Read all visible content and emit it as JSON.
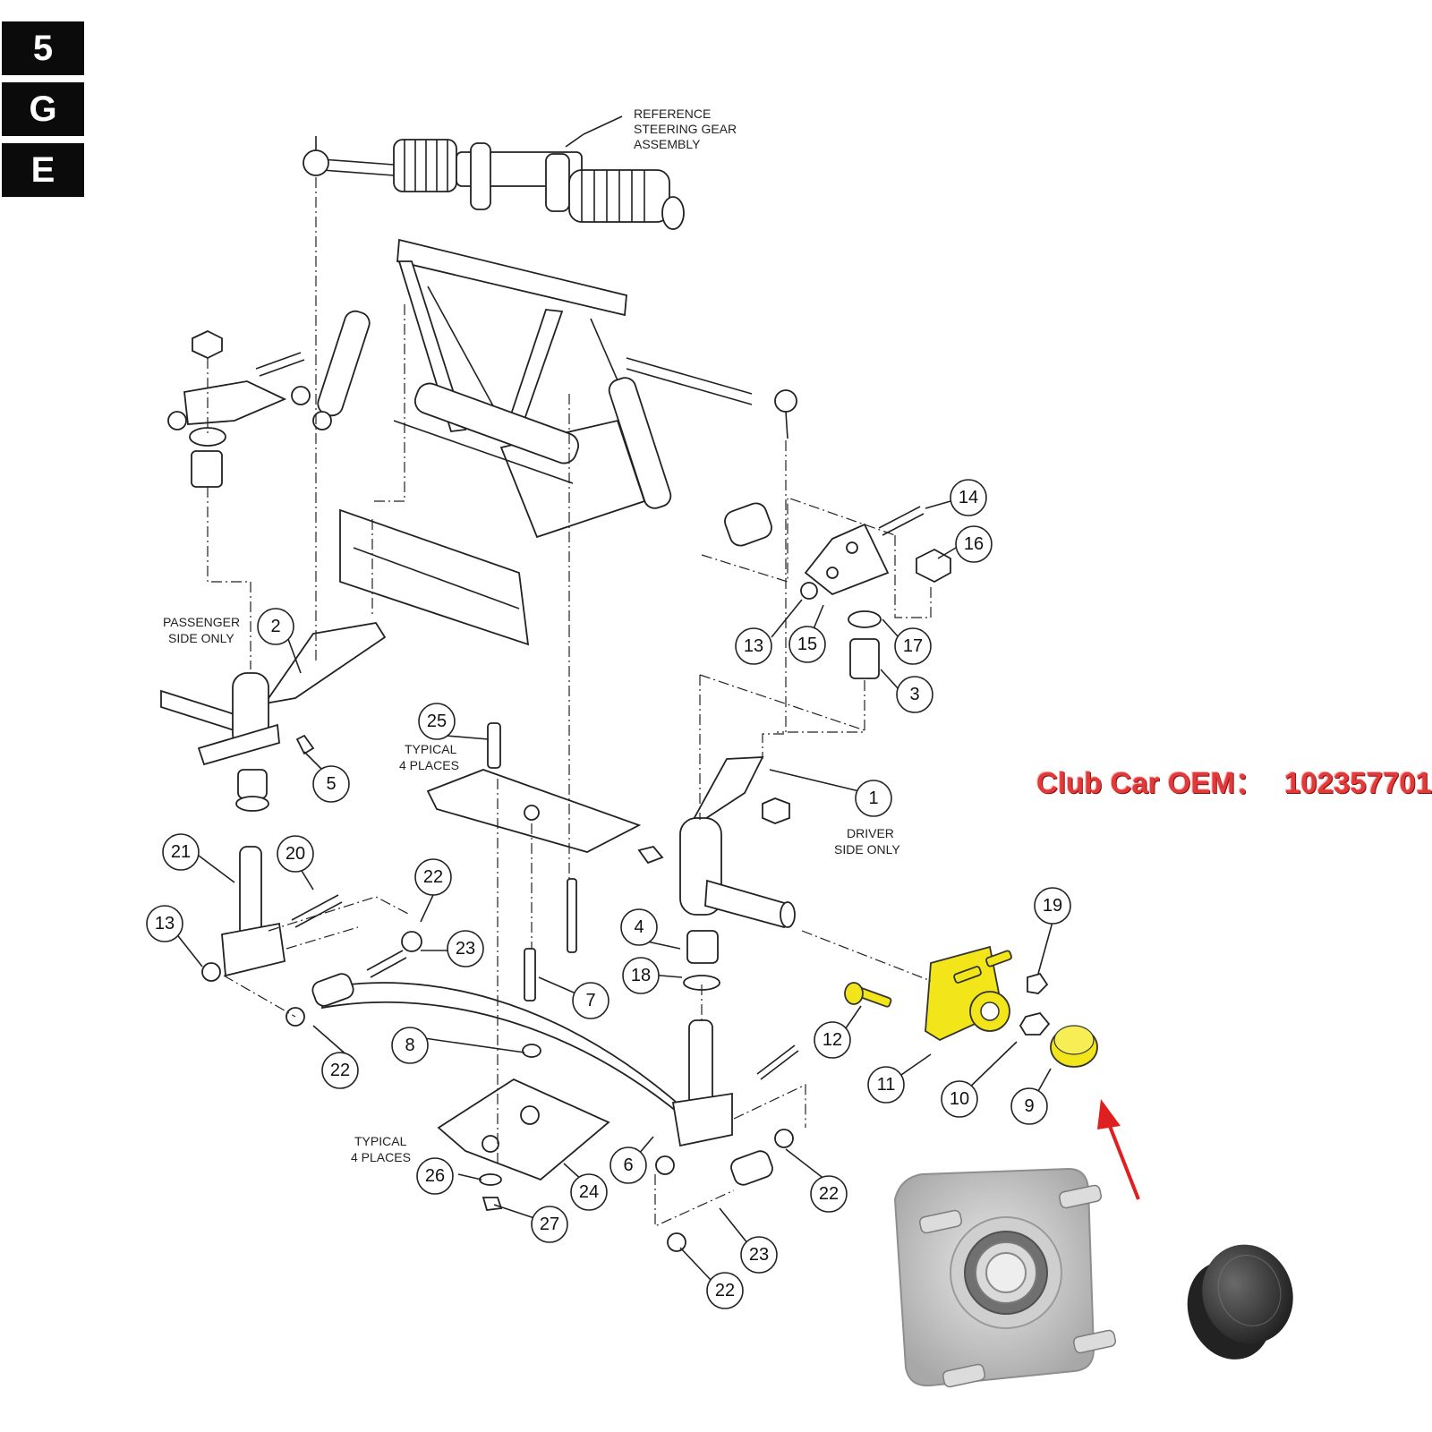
{
  "side_tabs": [
    "5",
    "G",
    "E"
  ],
  "oem": {
    "label": "Club Car OEM：",
    "number": "102357701"
  },
  "notes": {
    "steering_gear": [
      "REFERENCE",
      "STEERING GEAR",
      "ASSEMBLY"
    ],
    "passenger": [
      "PASSENGER",
      "SIDE ONLY"
    ],
    "driver": [
      "DRIVER",
      "SIDE ONLY"
    ],
    "typical_top": [
      "TYPICAL",
      "4 PLACES"
    ],
    "typical_bottom": [
      "TYPICAL",
      "4 PLACES"
    ]
  },
  "callouts": [
    "14",
    "16",
    "13",
    "15",
    "17",
    "3",
    "2",
    "5",
    "1",
    "25",
    "21",
    "20",
    "22",
    "13",
    "23",
    "4",
    "18",
    "7",
    "19",
    "12",
    "11",
    "10",
    "9",
    "8",
    "22",
    "6",
    "26",
    "24",
    "22",
    "27",
    "23",
    "22"
  ],
  "colors": {
    "highlight": "#f2e51a",
    "oem_text": "#e23a3a",
    "arrow": "#e02020"
  }
}
